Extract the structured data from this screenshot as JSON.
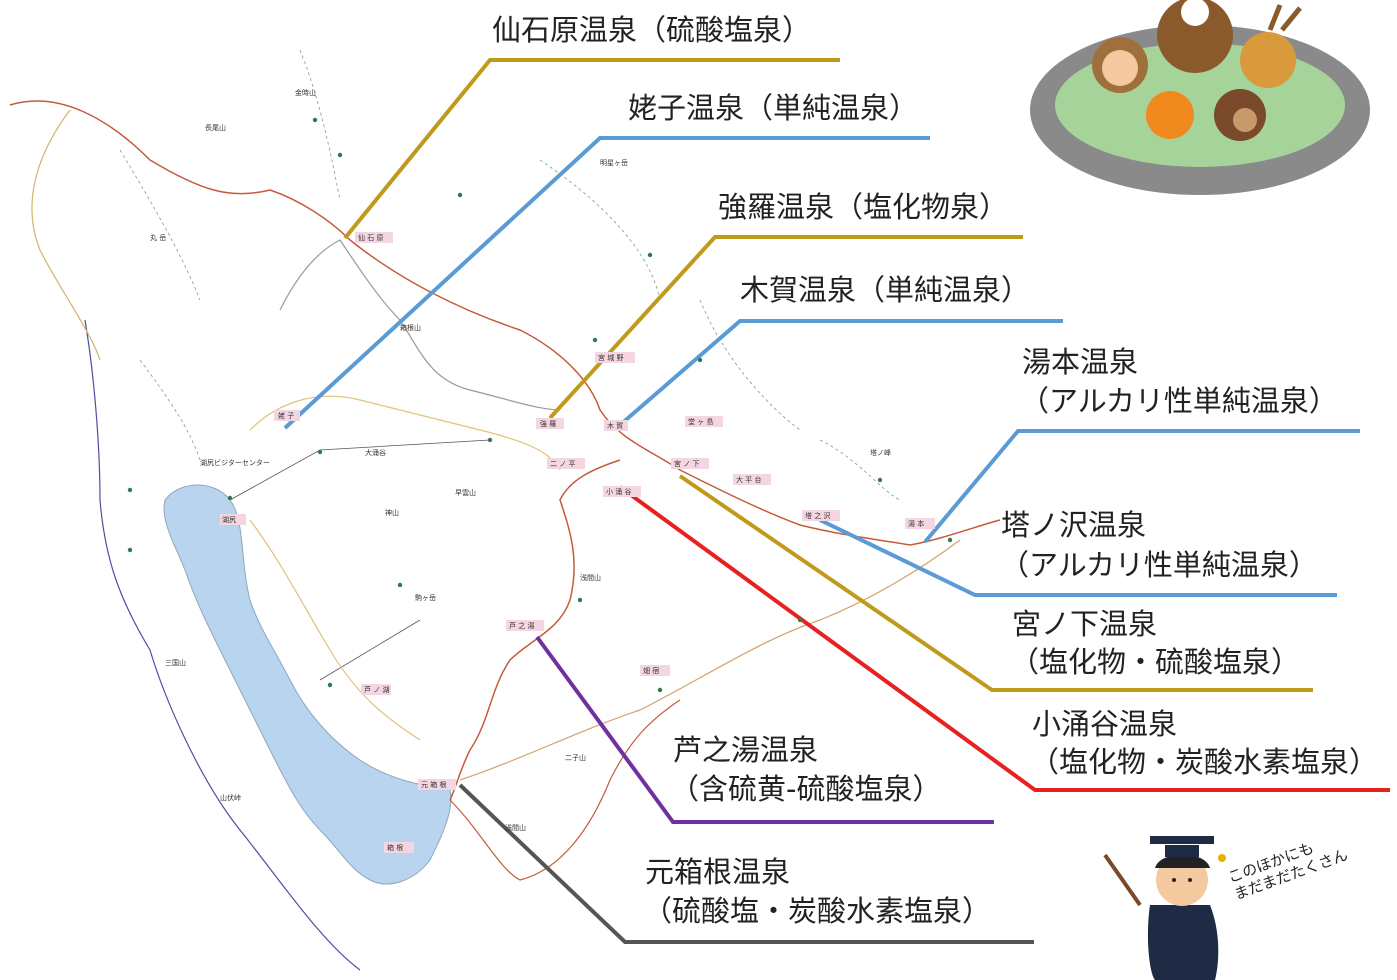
{
  "labels": {
    "sengokuhara": "仙石原温泉（硫酸塩泉）",
    "ubako": "姥子温泉（単純温泉）",
    "gora": "強羅温泉（塩化物泉）",
    "kiga": "木賀温泉（単純温泉）",
    "yumoto_1": "湯本温泉",
    "yumoto_2": "（アルカリ性単純温泉）",
    "tonosawa_1": "塔ノ沢温泉",
    "tonosawa_2": "（アルカリ性単純温泉）",
    "miyanoshita_1": "宮ノ下温泉",
    "miyanoshita_2": "（塩化物・硫酸塩泉）",
    "kowakidani_1": "小涌谷温泉",
    "kowakidani_2": "（塩化物・炭酸水素塩泉）",
    "ashinoyu_1": "芦之湯温泉",
    "ashinoyu_2": "（含硫黄-硫酸塩泉）",
    "motohakone_1": "元箱根温泉",
    "motohakone_2": "（硫酸塩・炭酸水素塩泉）"
  },
  "map_places": {
    "sengokuhara": "仙 石 原",
    "ubako": "姥 子",
    "gora": "強 羅",
    "kiga": "木 賀",
    "miyagino": "宮 城 野",
    "dougashima": "堂 ヶ 島",
    "miyanoshita": "宮 ノ 下",
    "ohiradai": "大 平 台",
    "ninotaira": "二 ノ 平",
    "kowakidani": "小 涌 谷",
    "tonosawa": "塔 之 沢",
    "yumoto": "湯 本",
    "ashinoyu": "芦 之 湯",
    "hatajuku": "畑 宿",
    "motohakone": "元 箱 根",
    "hakone": "箱 根",
    "kojiri": "湖尻",
    "ashinoko": "芦 ノ 湖",
    "kojiri_center": "湖尻ビジターセンター",
    "owakudani": "大涌谷",
    "sounzan": "早雲山",
    "marudake": "丸 岳",
    "nagaoyama": "長尾山",
    "mikuniyama": "三国山",
    "yamabushitoge": "山伏峠",
    "komagatake": "駒ヶ岳",
    "futagoyama": "二子山",
    "kintokisan": "金時山",
    "myojogatake": "明星ヶ岳",
    "sengen": "浅間山",
    "tounomine": "塔ノ峰",
    "kamiyama": "神山",
    "hakoneyama": "箱根山",
    "sengenyama": "浅間山"
  },
  "speech": {
    "line1": "このほかにも",
    "line2": "まだまだたくさん"
  },
  "colors": {
    "gold": "#c09a1a",
    "blue": "#5b9bd5",
    "red": "#e8201f",
    "purple": "#7030a0",
    "gray": "#555555",
    "lake": "#b8d4ee"
  }
}
